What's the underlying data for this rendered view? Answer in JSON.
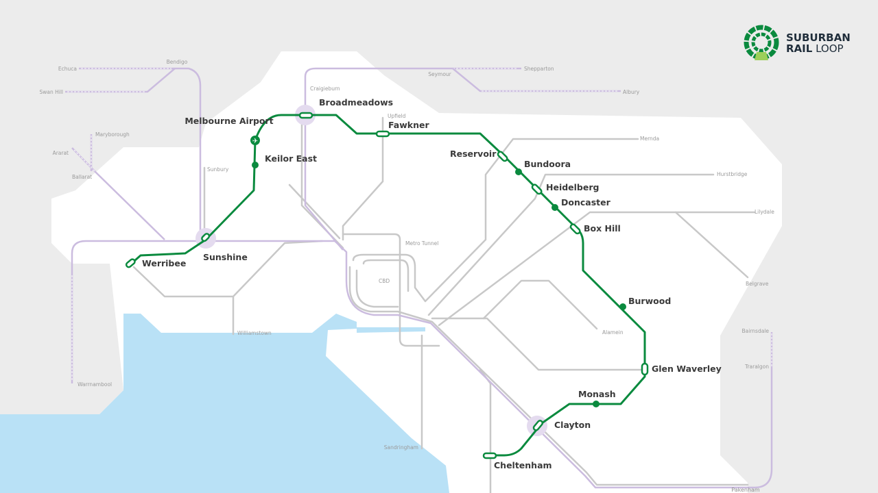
{
  "logo": {
    "line1": "SUBURBAN",
    "line2_bold": "RAIL",
    "line2_light": "LOOP"
  },
  "colors": {
    "background": "#ececec",
    "land": "#ffffff",
    "water": "#b9e1f6",
    "srl_line": "#0a8a3e",
    "regional_line": "#cbbcdf",
    "metro_line": "#c8c8c8"
  },
  "srl_stations": [
    "Werribee",
    "Sunshine",
    "Melbourne Airport",
    "Keilor East",
    "Broadmeadows",
    "Fawkner",
    "Reservoir",
    "Bundoora",
    "Heidelberg",
    "Doncaster",
    "Box Hill",
    "Burwood",
    "Glen Waverley",
    "Monash",
    "Clayton",
    "Cheltenham"
  ],
  "other_labels": [
    "Echuca",
    "Bendigo",
    "Swan Hill",
    "Maryborough",
    "Ararat",
    "Ballarat",
    "Sunbury",
    "Craigieburn",
    "Seymour",
    "Shepparton",
    "Albury",
    "Upfield",
    "Mernda",
    "Hurstbridge",
    "Lilydale",
    "Belgrave",
    "Metro Tunnel",
    "CBD",
    "Alamein",
    "Williamstown",
    "Warrnambool",
    "Bairnsdale",
    "Traralgon",
    "Sandringham",
    "Pakenham"
  ],
  "airport_icon": "airplane-icon"
}
